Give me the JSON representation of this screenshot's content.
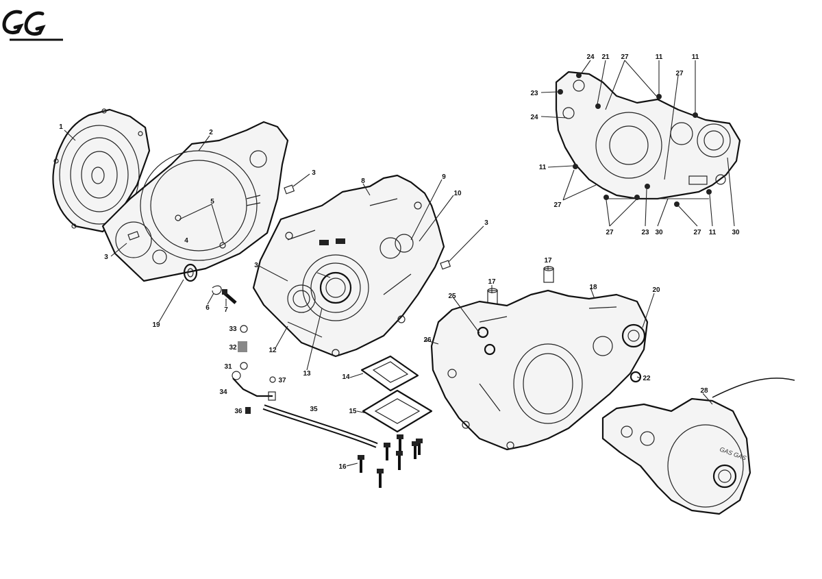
{
  "logo": {
    "text": "GG"
  },
  "callouts": [
    {
      "id": "c1",
      "text": "1"
    },
    {
      "id": "c2",
      "text": "2"
    },
    {
      "id": "c3a",
      "text": "3"
    },
    {
      "id": "c3b",
      "text": "3"
    },
    {
      "id": "c3c",
      "text": "3"
    },
    {
      "id": "c3d",
      "text": "3"
    },
    {
      "id": "c4",
      "text": "4"
    },
    {
      "id": "c5",
      "text": "5"
    },
    {
      "id": "c6",
      "text": "6"
    },
    {
      "id": "c7",
      "text": "7"
    },
    {
      "id": "c8",
      "text": "8"
    },
    {
      "id": "c9",
      "text": "9"
    },
    {
      "id": "c10",
      "text": "10"
    },
    {
      "id": "c12",
      "text": "12"
    },
    {
      "id": "c13",
      "text": "13"
    },
    {
      "id": "c14",
      "text": "14"
    },
    {
      "id": "c15",
      "text": "15"
    },
    {
      "id": "c16",
      "text": "16"
    },
    {
      "id": "c17a",
      "text": "17"
    },
    {
      "id": "c17b",
      "text": "17"
    },
    {
      "id": "c18",
      "text": "18"
    },
    {
      "id": "c19",
      "text": "19"
    },
    {
      "id": "c20",
      "text": "20"
    },
    {
      "id": "c22",
      "text": "22"
    },
    {
      "id": "c25",
      "text": "25"
    },
    {
      "id": "c26",
      "text": "26"
    },
    {
      "id": "c28",
      "text": "28"
    },
    {
      "id": "c31",
      "text": "31"
    },
    {
      "id": "c32",
      "text": "32"
    },
    {
      "id": "c33",
      "text": "33"
    },
    {
      "id": "c34",
      "text": "34"
    },
    {
      "id": "c35",
      "text": "35"
    },
    {
      "id": "c36",
      "text": "36"
    },
    {
      "id": "c37",
      "text": "37"
    },
    {
      "id": "i24a",
      "text": "24"
    },
    {
      "id": "i21",
      "text": "21"
    },
    {
      "id": "i27a",
      "text": "27"
    },
    {
      "id": "i11a",
      "text": "11"
    },
    {
      "id": "i11b",
      "text": "11"
    },
    {
      "id": "i23a",
      "text": "23"
    },
    {
      "id": "i24b",
      "text": "24"
    },
    {
      "id": "i27b",
      "text": "27"
    },
    {
      "id": "i11c",
      "text": "11"
    },
    {
      "id": "i27c",
      "text": "27"
    },
    {
      "id": "i27d",
      "text": "27"
    },
    {
      "id": "i23b",
      "text": "23"
    },
    {
      "id": "i30a",
      "text": "30"
    },
    {
      "id": "i27e",
      "text": "27"
    },
    {
      "id": "i11d",
      "text": "11"
    },
    {
      "id": "i30b",
      "text": "30"
    }
  ],
  "cover_brand_text": "GAS GAS"
}
